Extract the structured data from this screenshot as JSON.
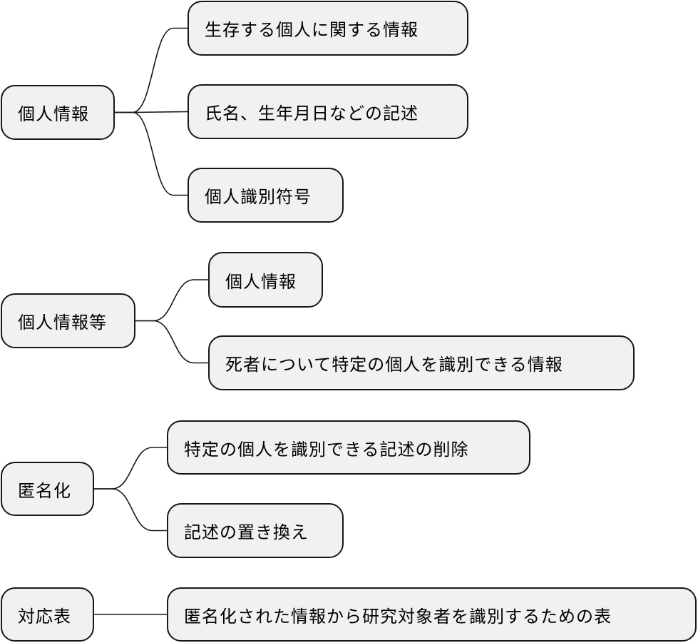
{
  "colors": {
    "node_fill": "#f1f1f1",
    "node_border": "#181818",
    "edge": "#181818"
  },
  "groups": [
    {
      "root": "個人情報",
      "children": [
        "生存する個人に関する情報",
        "氏名、生年月日などの記述",
        "個人識別符号"
      ]
    },
    {
      "root": "個人情報等",
      "children": [
        "個人情報",
        "死者について特定の個人を識別できる情報"
      ]
    },
    {
      "root": "匿名化",
      "children": [
        "特定の個人を識別できる記述の削除",
        "記述の置き換え"
      ]
    },
    {
      "root": "対応表",
      "children": [
        "匿名化された情報から研究対象者を識別するための表"
      ]
    }
  ]
}
